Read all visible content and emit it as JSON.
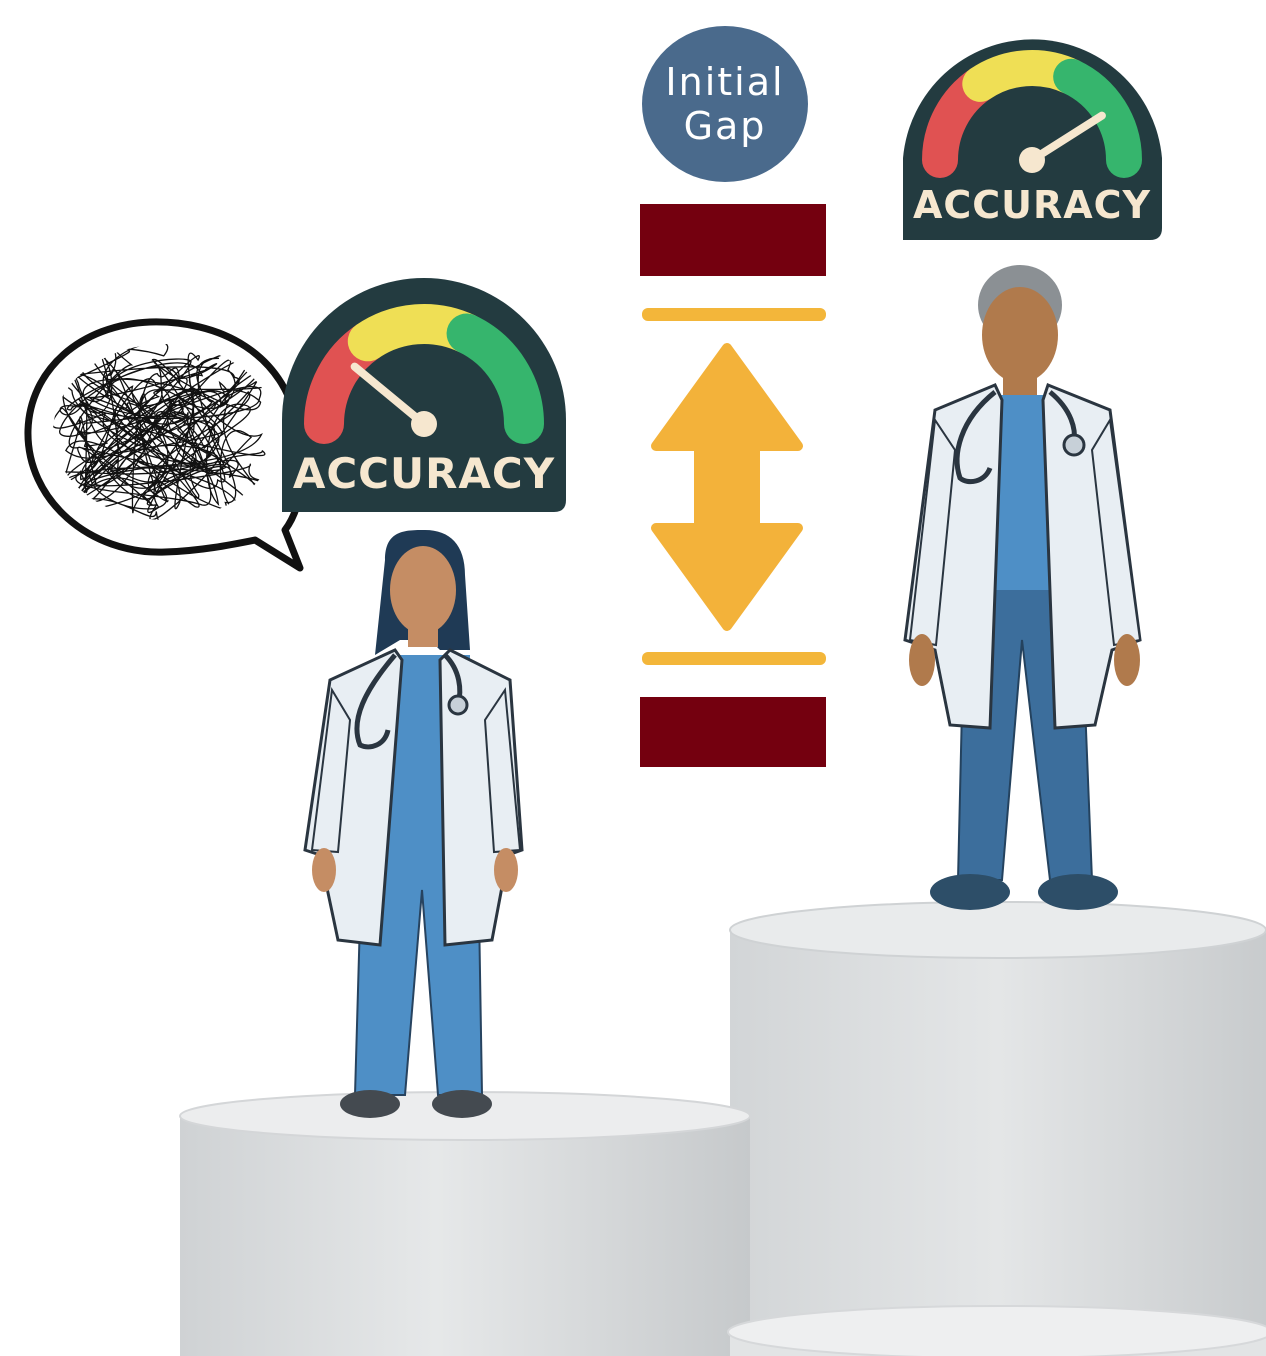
{
  "gap": {
    "line1": "Initial",
    "line2": "Gap",
    "circle_color": "#4a6a8c"
  },
  "gauges": {
    "left": {
      "label": "ACCURACY",
      "level": 0.22
    },
    "right": {
      "label": "ACCURACY",
      "level": 0.82
    }
  },
  "colors": {
    "bar_dark_red": "#74000f",
    "bar_gold": "#f3b63a",
    "arrow": "#f3b23a",
    "gauge_bg": "#233b40",
    "gauge_red": "#e05252",
    "gauge_yellow": "#efdf55",
    "gauge_green": "#36b56d",
    "scrub": "#4e8fc6",
    "coat": "#e8eef3",
    "podium": "#dcdfe1"
  },
  "icons": {
    "thought": "tangled-thought-bubble-icon",
    "arrow": "double-vertical-arrow-icon",
    "left_person": "female-doctor-icon",
    "right_person": "male-doctor-icon"
  }
}
